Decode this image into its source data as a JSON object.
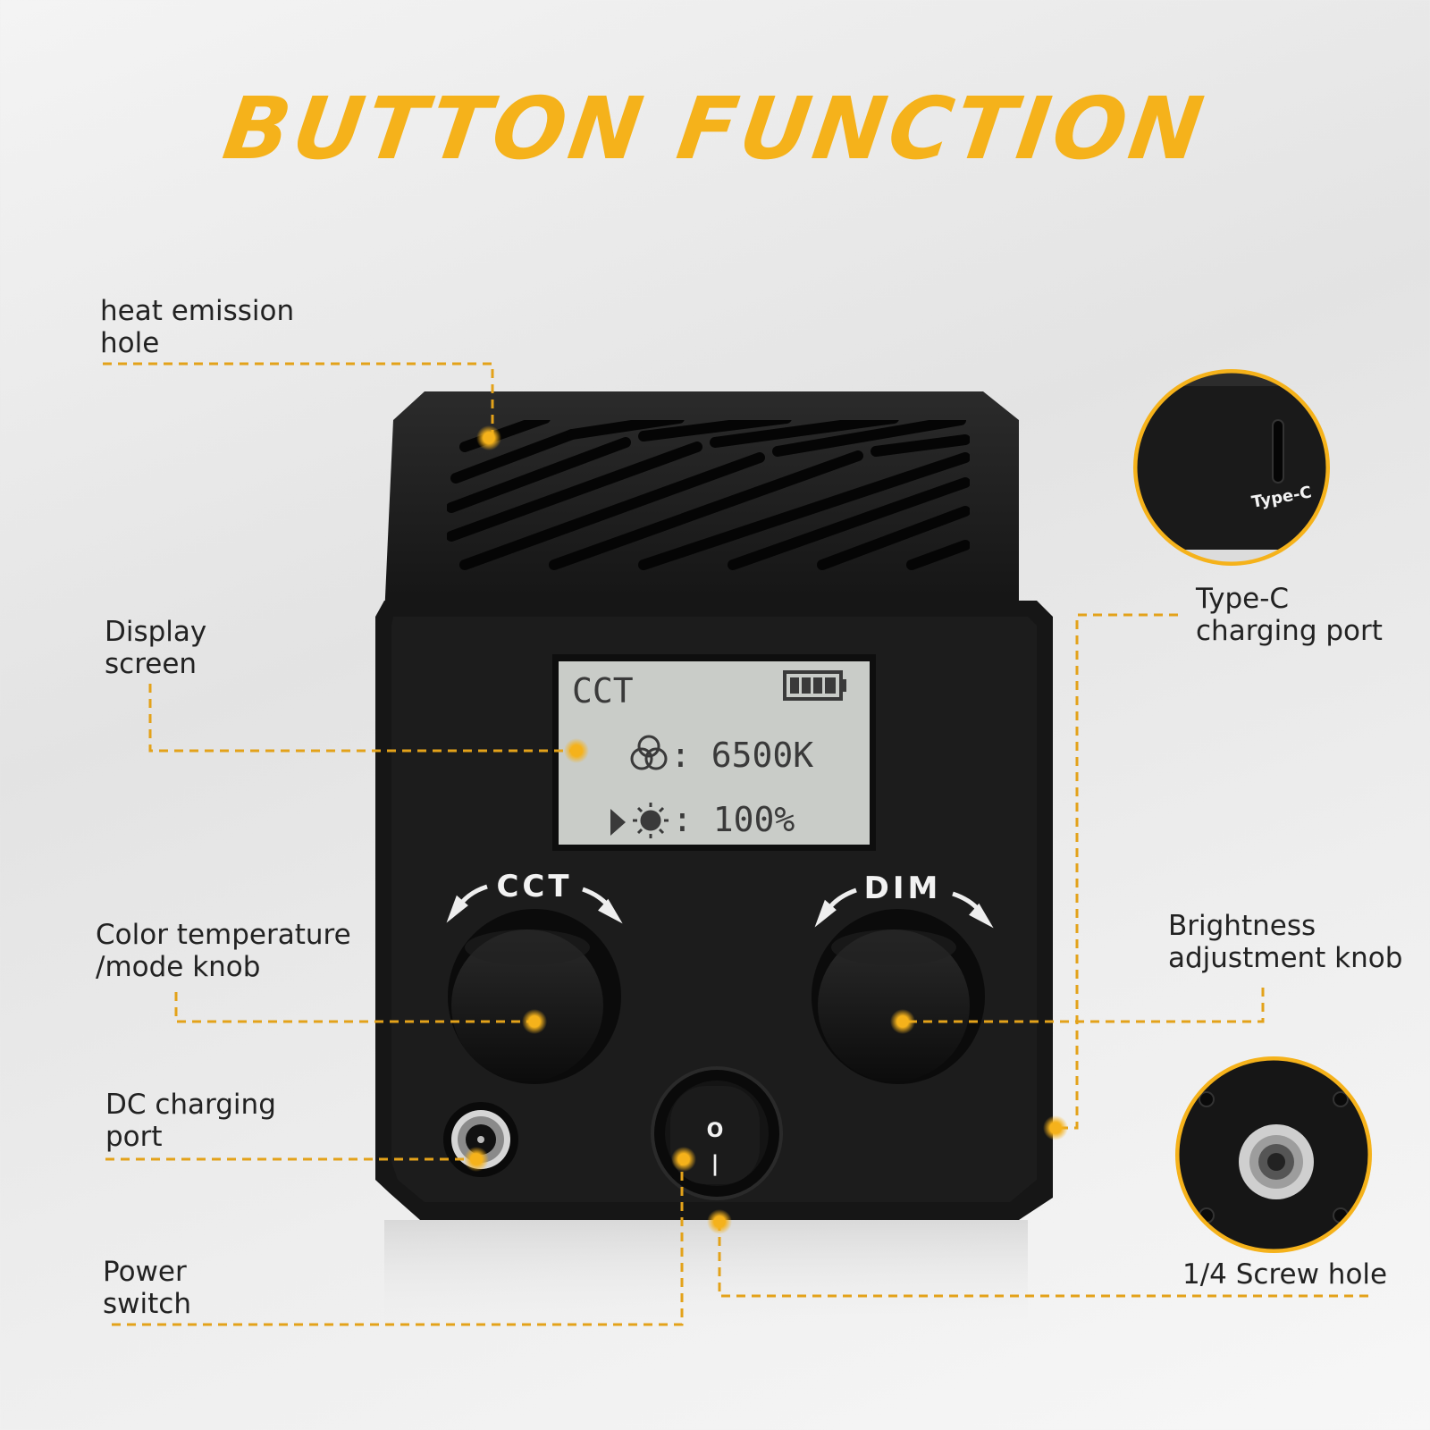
{
  "title": "BUTTON FUNCTION",
  "labels": {
    "heat_emission_hole": "heat emission\nhole",
    "display_screen": "Display\nscreen",
    "color_temp_knob": "Color temperature\n/mode knob",
    "dc_charging_port": "DC charging\nport",
    "power_switch": "Power\nswitch",
    "typec_charging_port": "Type-C\ncharging port",
    "brightness_knob": "Brightness\nadjustment knob",
    "screw_hole": "1/4 Screw hole"
  },
  "screen": {
    "mode": "CCT",
    "color_temp": ": 6500K",
    "brightness": ": 100%"
  },
  "device": {
    "cct_knob_label": "CCT",
    "dim_knob_label": "DIM",
    "switch_on": "|",
    "switch_off": "O",
    "typec_text": "Type-C"
  },
  "colors": {
    "accent": "#f5b21b",
    "device_body": "#1b1b1b",
    "lcd_background": "#c9ccc8"
  },
  "icons": [
    "battery-icon",
    "color-circles-icon",
    "sun-icon",
    "play-arrow-icon",
    "rotate-arrow-icon"
  ]
}
